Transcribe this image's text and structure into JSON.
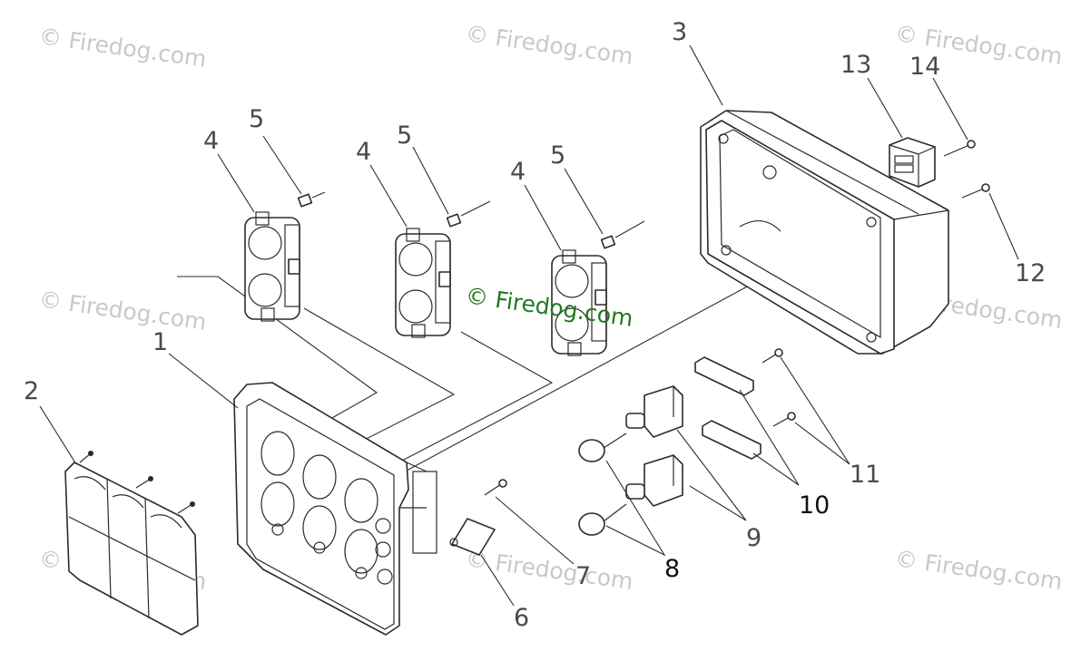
{
  "watermarks": [
    "© Firedog.com",
    "© Firedog.com",
    "© Firedog.com",
    "© Firedog.com",
    "© Firedog.com",
    "© Firedog.com",
    "© Firedog.com",
    "© Firedog.com"
  ],
  "center_watermark": "© Firedog.com",
  "callouts": {
    "c1": "1",
    "c2": "2",
    "c3": "3",
    "c4a": "4",
    "c4b": "4",
    "c4c": "4",
    "c5a": "5",
    "c5b": "5",
    "c5c": "5",
    "c6": "6",
    "c7": "7",
    "c8": "8",
    "c9": "9",
    "c10": "10",
    "c11": "11",
    "c12": "12",
    "c13": "13",
    "c14": "14"
  },
  "colors": {
    "ink": "#2b2b2b",
    "watermark": "#c9c9c9",
    "center_watermark": "#1f7a1f"
  }
}
